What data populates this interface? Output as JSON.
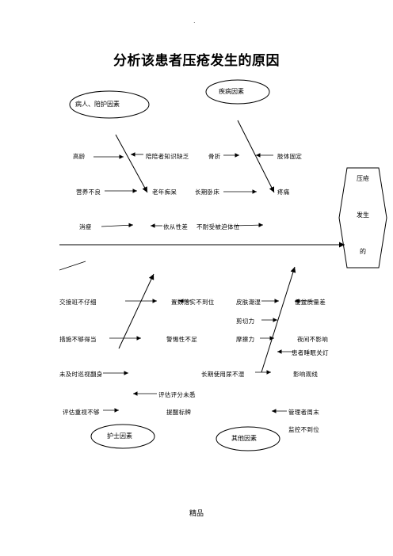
{
  "title": "分析该患者压疮发生的原因",
  "top_mark": ".",
  "footer": "精品",
  "categories": {
    "patient": "病人、陪护因素",
    "disease": "疾病因素",
    "nurse": "护士因素",
    "other": "其他因素"
  },
  "head": {
    "line1": "压疮",
    "line2": "发生",
    "line3": "的"
  },
  "causes": {
    "old_age": "高龄",
    "caregiver_knowledge": "陪陪者知识缺乏",
    "fracture": "骨折",
    "limb_fixed": "肢体固定",
    "malnutrition": "营养不良",
    "old_dementia": "老年痴呆",
    "long_bedrest": "长期卧床",
    "pain": "疼痛",
    "emaciation": "消瘦",
    "poor_compliance": "依从性差",
    "reluctant_reposition": "不耐受被迫体位",
    "care_incomplete": "交接班不仔细",
    "turning_not_done": "置数落实不到位",
    "skin_moist": "皮肤潮湿",
    "night_sleep": "便盆质量差",
    "shear": "剪切力",
    "measures_improper": "措施不够得当",
    "alert_insufficient": "警惕性不足",
    "friction": "摩擦力",
    "night_disturb": "夜间不影响",
    "light_switch": "患者睡眠关灯",
    "not_timely_patrol": "未及时巡视翻身",
    "long_use_equipment": "长期使用尿不湿",
    "affect_sleep": "影响观线",
    "risk_assessment": "评估评分未悉",
    "assessment_insufficient": "评估重视不够",
    "notice_sign": "提醒标牌",
    "manager_not": "管理者周末",
    "supervise_not": "监控不到位"
  }
}
